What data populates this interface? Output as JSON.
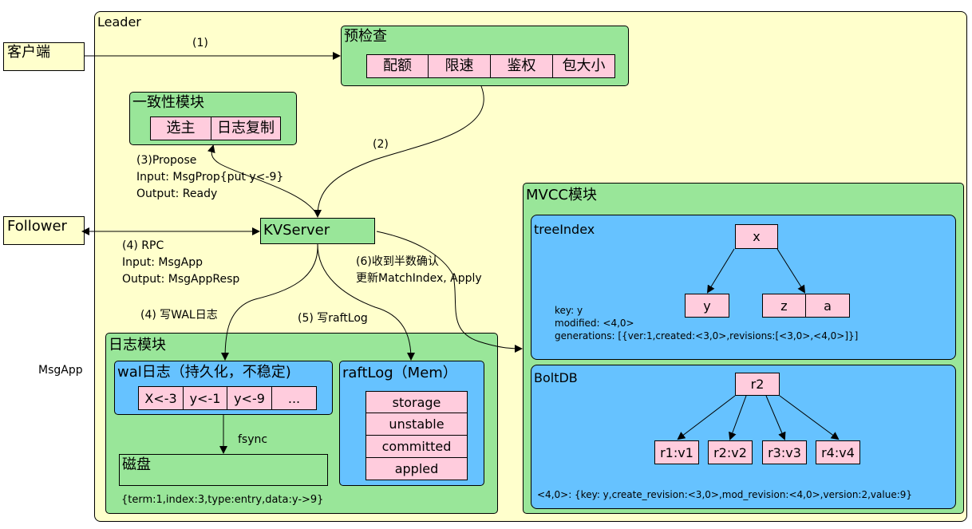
{
  "leader": {
    "label": "Leader"
  },
  "client": {
    "label": "客户端"
  },
  "follower": {
    "label": "Follower"
  },
  "precheck": {
    "title": "预检查",
    "items": [
      "配额",
      "限速",
      "鉴权",
      "包大小"
    ]
  },
  "consensus": {
    "title": "一致性模块",
    "items": [
      "选主",
      "日志复制"
    ]
  },
  "kvserver": {
    "label": "KVServer"
  },
  "edge_labels": {
    "e1": "(1)",
    "e2": "(2)",
    "propose": [
      "(3)Propose",
      "Input: MsgProp{put y<-9}",
      "Output: Ready"
    ],
    "rpc": [
      "(4) RPC",
      "Input: MsgApp",
      "Output: MsgAppResp"
    ],
    "wal": "(4) 写WAL日志",
    "raftlog": "(5) 写raftLog",
    "apply": [
      "(6)收到半数确认",
      "更新MatchIndex, Apply"
    ],
    "fsync": "fsync"
  },
  "msgapp_side": "MsgApp",
  "log_module": {
    "title": "日志模块",
    "wal": {
      "title": "wal日志（持久化，不稳定)",
      "cells": [
        "X<-3",
        "y<-1",
        "y<-9",
        "..."
      ]
    },
    "disk": {
      "title": "磁盘"
    },
    "entry": "{term:1,index:3,type:entry,data:y->9}",
    "raftlog": {
      "title": "raftLog（Mem）",
      "items": [
        "storage",
        "unstable",
        "committed",
        "appled"
      ]
    }
  },
  "mvcc": {
    "title": "MVCC模块",
    "treeindex": {
      "title": "treeIndex",
      "root": "x",
      "left": "y",
      "right": [
        "z",
        "a"
      ],
      "info": [
        "key: y",
        "modified: <4,0>",
        "generations: [{ver:1,created:<3,0>,revisions:[<3,0>,<4,0>]}]"
      ]
    },
    "boltdb": {
      "title": "BoltDB",
      "root": "r2",
      "leaves": [
        "r1:v1",
        "r2:v2",
        "r3:v3",
        "r4:v4"
      ],
      "info": "<4,0>: {key: y,create_revision:<3,0>,mod_revision:<4,0>,version:2,value:9}"
    }
  }
}
